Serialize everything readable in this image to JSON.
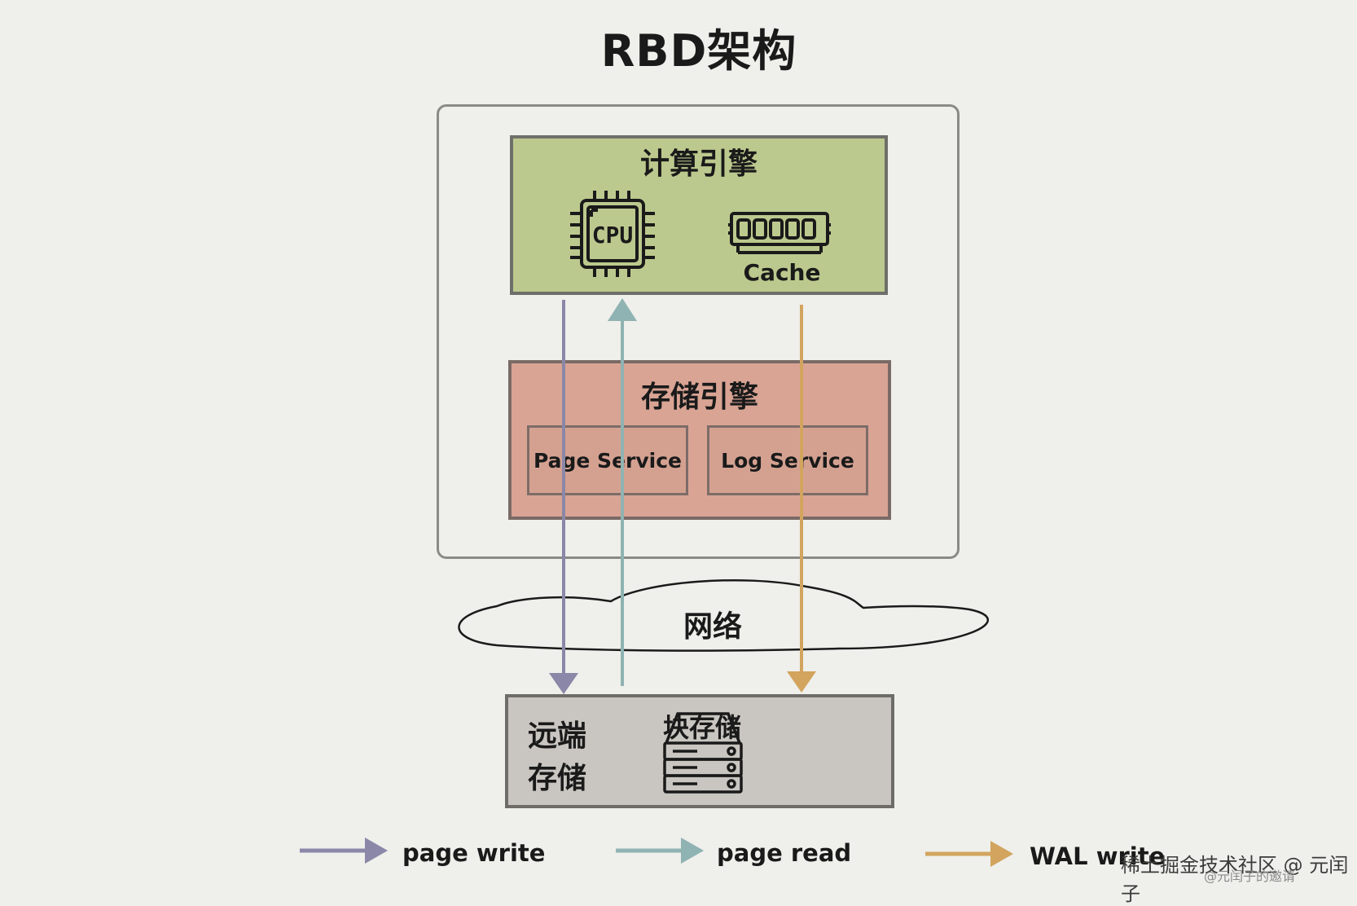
{
  "title": "RBD架构",
  "compute": {
    "title": "计算引擎",
    "cpu_label": "CPU",
    "cache_label": "Cache"
  },
  "storage": {
    "title": "存储引擎",
    "page_service": "Page Service",
    "log_service": "Log Service"
  },
  "network": {
    "label": "网络"
  },
  "remote": {
    "line1": "远端",
    "line2": "存储",
    "block_label": "块存储"
  },
  "legend": [
    {
      "label": "page write",
      "color": "#8a87a8"
    },
    {
      "label": "page read",
      "color": "#8fb3b2"
    },
    {
      "label": "WAL write",
      "color": "#d2a45e"
    }
  ],
  "watermark": {
    "main": "稀土掘金技术社区 @ 元闰子",
    "sub": "@元闰子的邀请"
  },
  "icons": [
    "cpu-icon",
    "memory-icon",
    "server-icon"
  ]
}
